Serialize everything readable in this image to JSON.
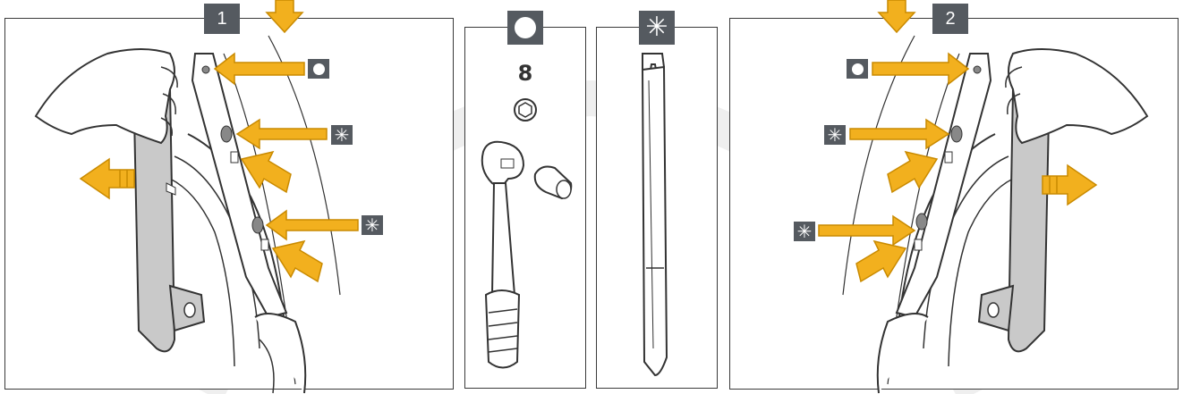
{
  "steps": {
    "step1_label": "1",
    "step2_label": "2"
  },
  "tools": {
    "socket_size": "8",
    "socket_marker_icon": "circle-marker-icon",
    "clip_marker_icon": "asterisk-marker-icon"
  },
  "colors": {
    "arrow_fill": "#f2b01e",
    "arrow_stroke": "#c98a00",
    "badge_bg": "#555a60",
    "outline": "#333333",
    "trim_fill": "#c9c9c9",
    "watermark": "#eeeeee"
  }
}
